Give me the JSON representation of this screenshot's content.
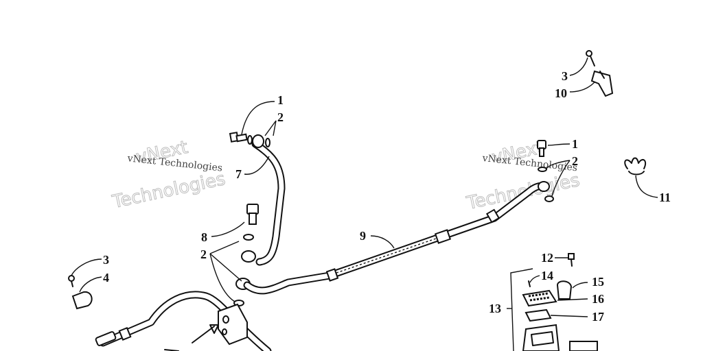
{
  "callouts": {
    "c1a": "1",
    "c2a": "2",
    "c7": "7",
    "c8": "8",
    "c2b": "2",
    "c3a": "3",
    "c4": "4",
    "c9": "9",
    "c1b": "1",
    "c2c": "2",
    "c3b": "3",
    "c10": "10",
    "c11": "11",
    "c12": "12",
    "c14": "14",
    "c15": "15",
    "c16": "16",
    "c13": "13",
    "c17": "17"
  },
  "watermarks": {
    "left_small": "vNext Technologies",
    "left_outline_top": "vNext",
    "left_outline_bottom": "Technologies",
    "right_small": "vNext Technologies",
    "right_outline_top": "vNext",
    "right_outline_bottom": "Technologies"
  },
  "colors": {
    "ink": "#111111",
    "background": "#ffffff",
    "watermark": "#bdbdbd"
  }
}
